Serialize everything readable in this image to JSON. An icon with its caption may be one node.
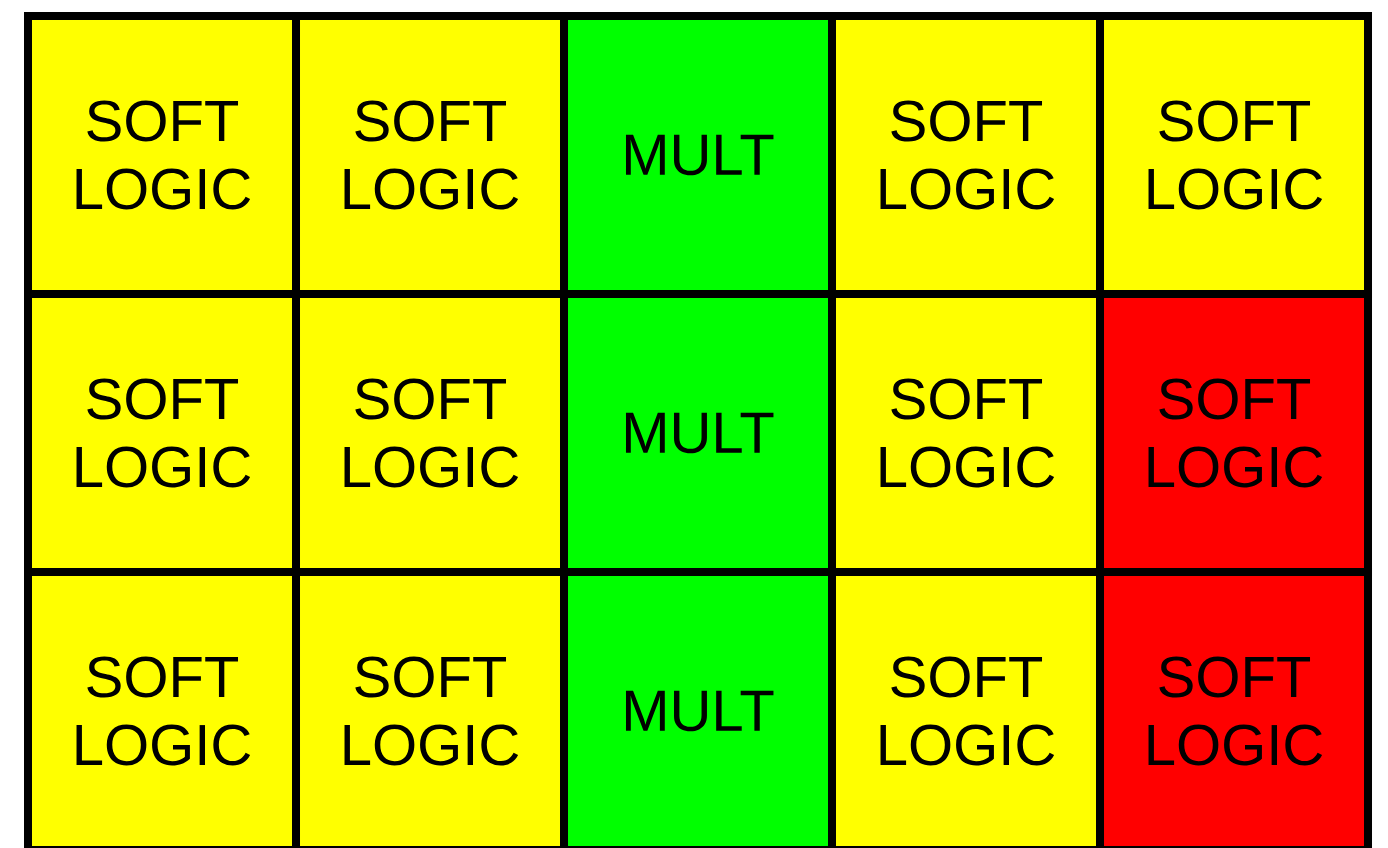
{
  "diagram": {
    "nodes": [
      {
        "text": [
          "SOFT LOGIC"
        ]
      },
      {
        "text": [
          "SOFT LOGIC"
        ]
      },
      {
        "text": [
          "MULT"
        ]
      },
      {
        "text": [
          "SOFT LOGIC"
        ]
      },
      {
        "text": [
          "SOFT LOGIC"
        ]
      },
      {
        "text": [
          "SOFT LOGIC"
        ]
      },
      {
        "text": [
          "SOFT LOGIC"
        ]
      },
      {
        "text": [
          "MULT"
        ]
      },
      {
        "text": [
          "SOFT LOGIC"
        ]
      },
      {
        "text": [
          "SOFT LOGIC"
        ]
      },
      {
        "text": [
          "SOFT LOGIC"
        ]
      },
      {
        "text": [
          "SOFT LOGIC"
        ]
      },
      {
        "text": [
          "MULT"
        ]
      },
      {
        "text": [
          "SOFT LOGIC"
        ]
      },
      {
        "text": [
          "SOFT LOGIC"
        ]
      }
    ]
  }
}
